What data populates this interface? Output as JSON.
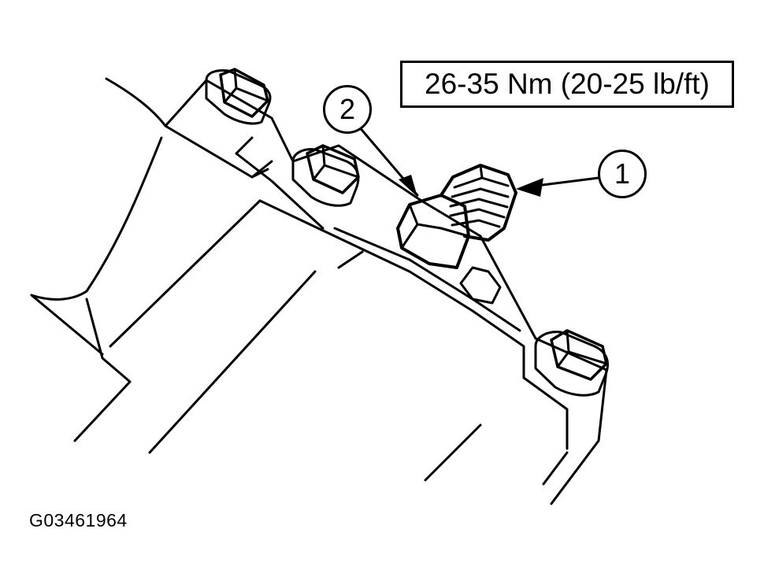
{
  "torque_spec": "26-35 Nm (20-25 lb/ft)",
  "callouts": [
    {
      "label": "1"
    },
    {
      "label": "2"
    }
  ],
  "figure_id": "G03461964"
}
